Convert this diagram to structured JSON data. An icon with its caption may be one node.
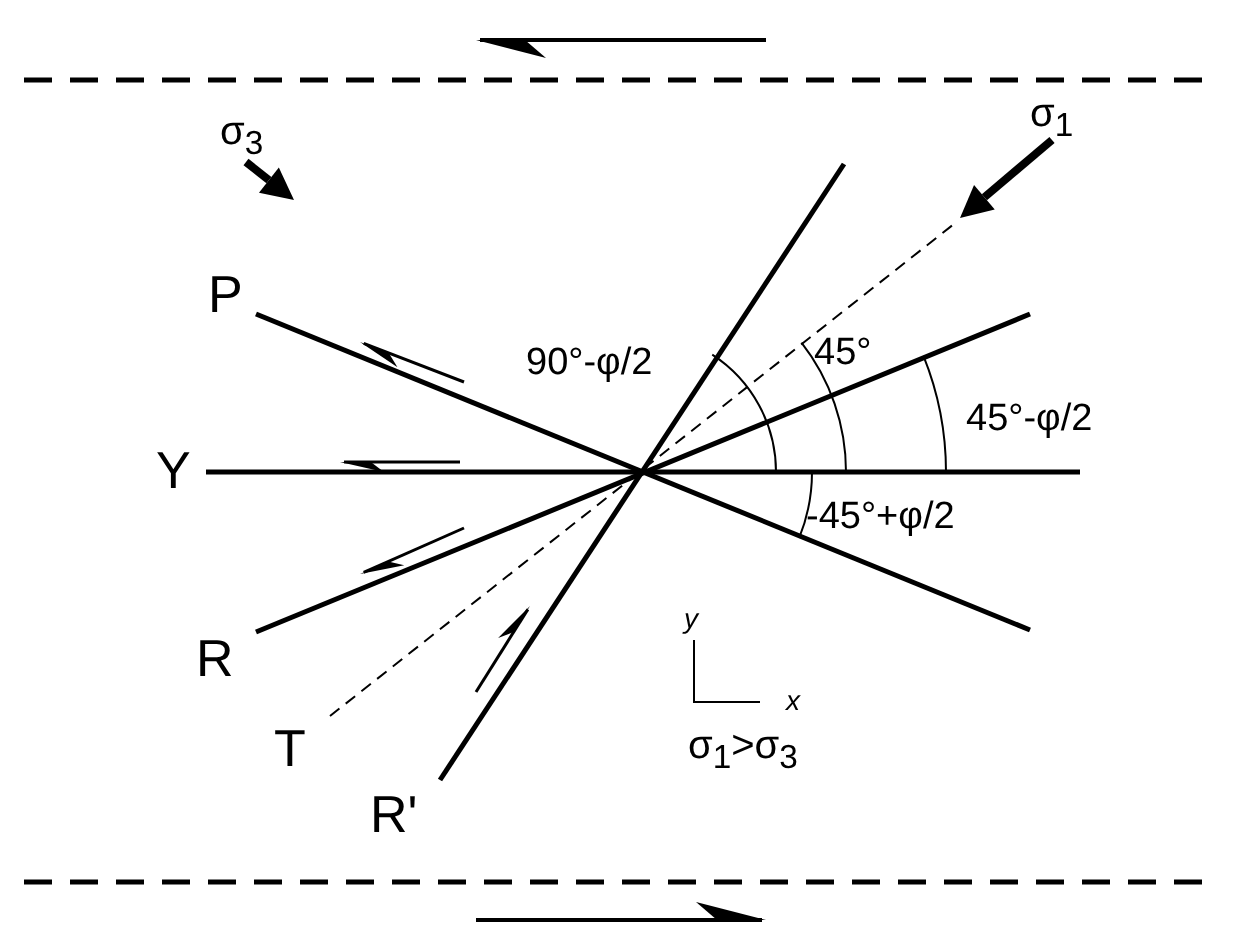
{
  "diagram": {
    "labels": [
      "σ$_{3}$",
      "σ$_{1}$",
      "P",
      "90°-φ/2",
      "45°",
      "45°-φ/2",
      "Y",
      "-45°+φ/2",
      "y",
      "R",
      "x",
      "T",
      "σ$_{1}$>σ$_{3}$",
      "R'"
    ]
  }
}
